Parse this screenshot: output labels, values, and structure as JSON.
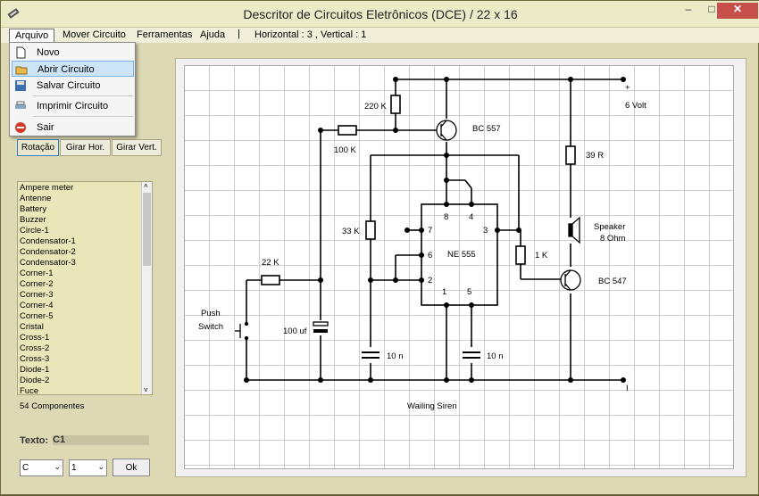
{
  "window": {
    "title": "Descritor de Circuitos Eletrônicos  (DCE) / 22 x 16",
    "minimize": "–",
    "maximize": "□",
    "close": "✕"
  },
  "menubar": {
    "items": [
      "Arquivo",
      "Mover Circuito",
      "Ferramentas",
      "Ajuda"
    ],
    "separator": "|",
    "status": "Horizontal : 3 , Vertical : 1"
  },
  "file_menu": {
    "items": [
      {
        "label": "Novo",
        "icon": "new-file-icon"
      },
      {
        "label": "Abrir Circuito",
        "icon": "open-folder-icon"
      },
      {
        "label": "Salvar Circuito",
        "icon": "save-disk-icon"
      },
      {
        "label": "Imprimir Circuito",
        "icon": "printer-icon"
      },
      {
        "label": "Sair",
        "icon": "exit-icon"
      }
    ]
  },
  "tabs": [
    "Rotação",
    "Girar Hor.",
    "Girar Vert."
  ],
  "components": [
    "Ampere meter",
    "Antenne",
    "Battery",
    "Buzzer",
    "Circle-1",
    "Condensator-1",
    "Condensator-2",
    "Condensator-3",
    "Corner-1",
    "Corner-2",
    "Corner-3",
    "Corner-4",
    "Corner-5",
    "Cristal",
    "Cross-1",
    "Cross-2",
    "Cross-3",
    "Diode-1",
    "Diode-2",
    "Fuce"
  ],
  "component_count": "54 Componentes",
  "texto": {
    "label": "Texto:",
    "value": "C1"
  },
  "controls": {
    "select1": "C",
    "select2": "1",
    "ok": "Ok"
  },
  "circuit": {
    "labels": {
      "r220k": "220 K",
      "bc557": "BC 557",
      "plus": "+",
      "v6": "6 Volt",
      "r100k": "100 K",
      "r39": "39 R",
      "r33k": "33 K",
      "speaker1": "Speaker",
      "speaker2": "8 Ohm",
      "ne555": "NE 555",
      "pin8": "8",
      "pin4": "4",
      "pin7": "7",
      "pin3": "3",
      "pin6": "6",
      "pin2": "2",
      "pin1": "1",
      "pin5": "5",
      "r1k": "1 K",
      "bc547": "BC 547",
      "r22k": "22 K",
      "push1": "Push",
      "push2": "Switch",
      "c100": "100 uf",
      "c10n1": "10 n",
      "c10n2": "10 n",
      "minus": "I",
      "title": "Wailing Siren"
    }
  }
}
